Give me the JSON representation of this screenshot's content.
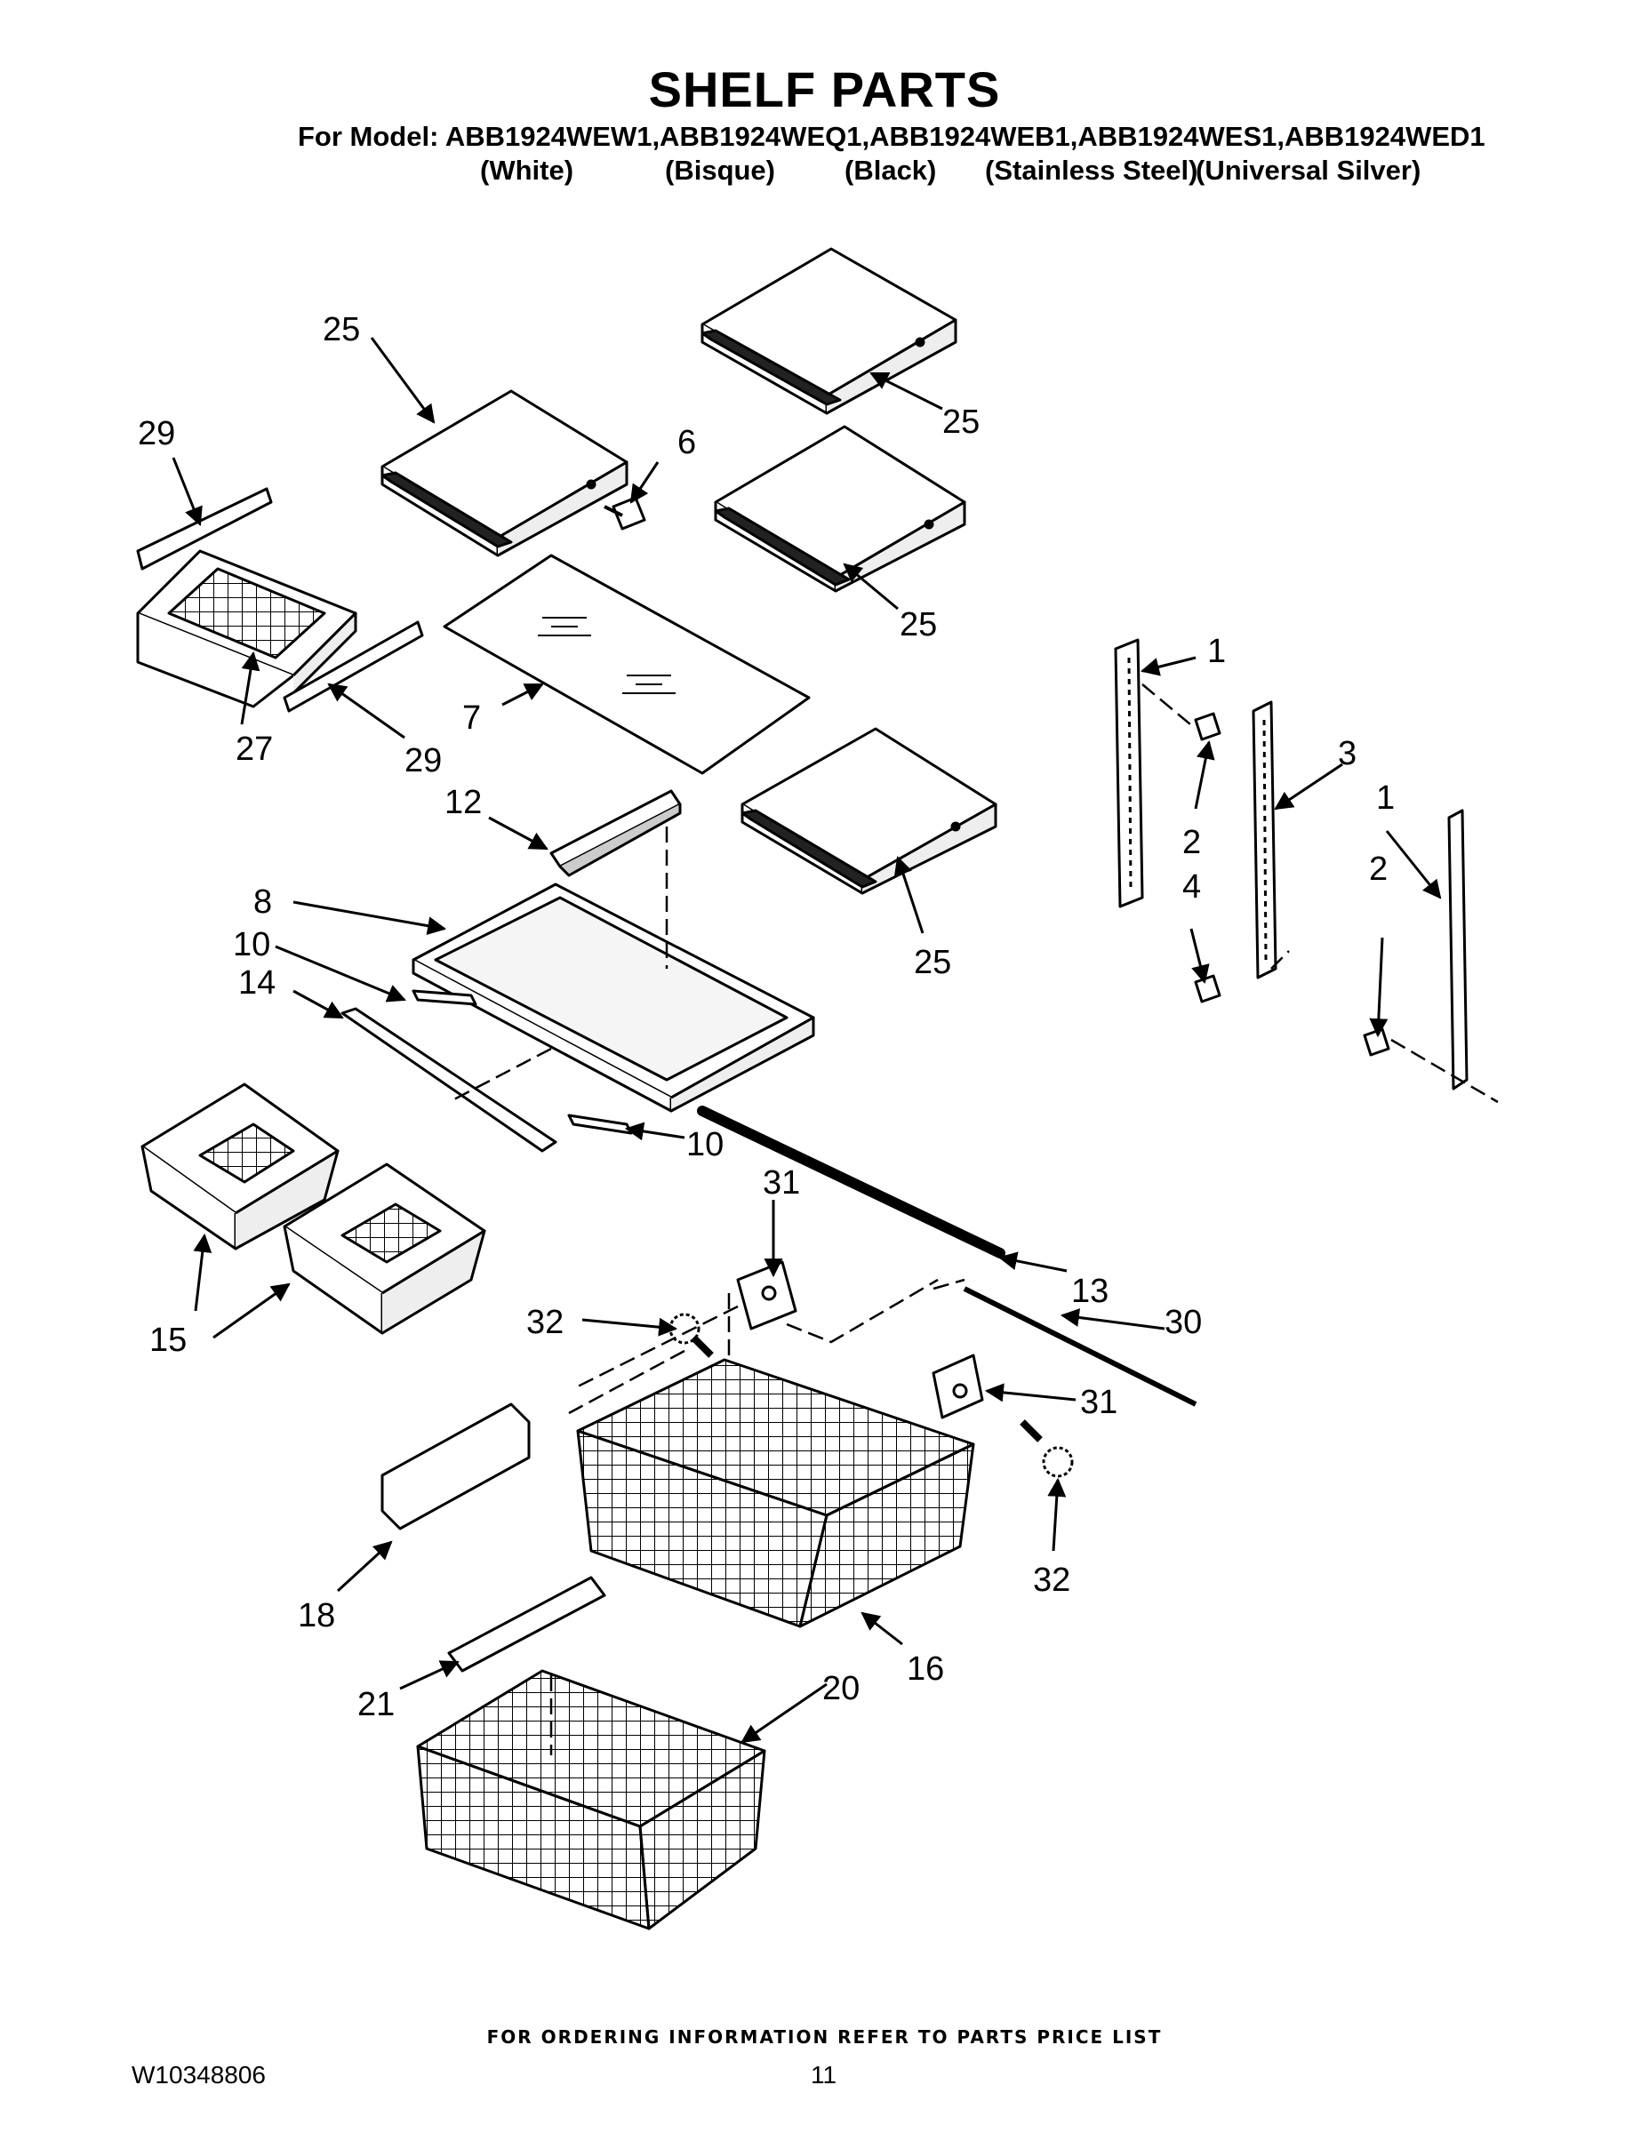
{
  "header": {
    "title": "SHELF PARTS",
    "model_line": "For Model: ABB1924WEW1,ABB1924WEQ1,ABB1924WEB1,ABB1924WES1,ABB1924WED1",
    "variants": [
      "(White)",
      "(Bisque)",
      "(Black)",
      "(Stainless Steel)",
      "(Universal Silver)"
    ]
  },
  "callouts": {
    "c25a": "25",
    "c25b": "25",
    "c25c": "25",
    "c25d": "25",
    "c29a": "29",
    "c29b": "29",
    "c6": "6",
    "c7": "7",
    "c27": "27",
    "c12": "12",
    "c8": "8",
    "c10a": "10",
    "c10b": "10",
    "c14": "14",
    "c1a": "1",
    "c1b": "1",
    "c2a": "2",
    "c2b": "2",
    "c3": "3",
    "c4": "4",
    "c15": "15",
    "c13": "13",
    "c31a": "31",
    "c31b": "31",
    "c30": "30",
    "c32a": "32",
    "c32b": "32",
    "c18": "18",
    "c16": "16",
    "c21": "21",
    "c20": "20"
  },
  "footer": {
    "ordering_info": "FOR ORDERING INFORMATION REFER TO PARTS PRICE LIST",
    "document_number": "W10348806",
    "page_number": "11"
  }
}
